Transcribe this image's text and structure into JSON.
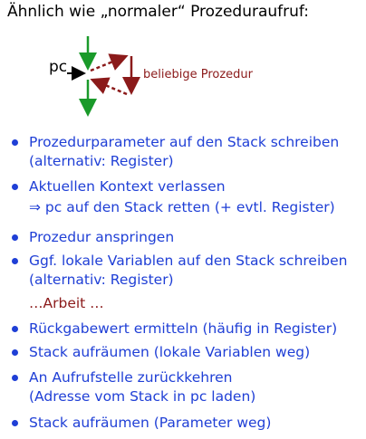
{
  "heading": "Ähnlich wie „normaler“ Prozeduraufruf:",
  "diagram": {
    "pc_label": "pc",
    "procedure_label": "beliebige Prozedur",
    "colors": {
      "flow": "#1a9a2a",
      "call": "#8B1A1A",
      "pointer": "#000000"
    }
  },
  "bullets": [
    {
      "lines": [
        "Prozedurparameter auf den Stack schreiben",
        "(alternativ: Register)"
      ]
    },
    {
      "lines": [
        "Aktuellen Kontext verlassen",
        "⇒ pc auf den Stack retten (+ evtl. Register)"
      ]
    },
    {
      "lines": [
        "Prozedur anspringen"
      ]
    },
    {
      "lines": [
        "Ggf. lokale Variablen auf den Stack schreiben",
        "(alternativ: Register)"
      ]
    },
    {
      "lines": [
        "Rückgabewert ermitteln (häufig in Register)"
      ]
    },
    {
      "lines": [
        "Stack aufräumen (lokale Variablen weg)"
      ]
    },
    {
      "lines": [
        "An Aufrufstelle zurückkehren",
        "(Adresse vom Stack in pc laden)"
      ]
    },
    {
      "lines": [
        "Stack aufräumen (Parameter weg)"
      ]
    }
  ],
  "work_text": "…Arbeit …",
  "colors": {
    "bullet_text": "#1f3fd6",
    "work_text": "#8B1A1A"
  }
}
